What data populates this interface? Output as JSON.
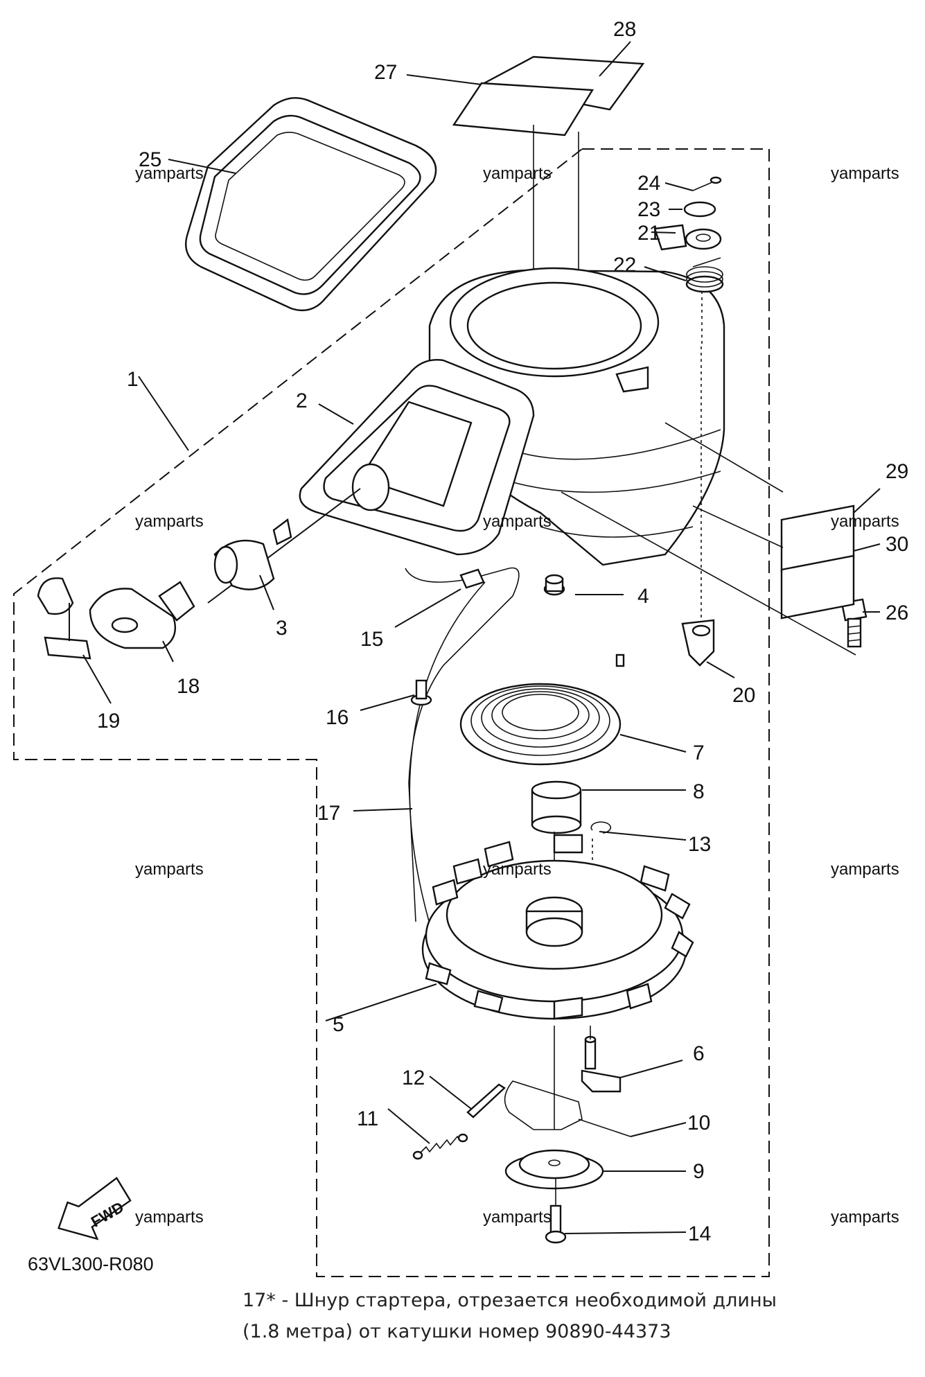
{
  "diagram": {
    "code": "63VL300-R080",
    "fwd_label": "FWD",
    "watermark": "yamparts",
    "note_line1": "17* - Шнур стартера, отрезается необходимой длины",
    "note_line2": "(1.8 метра) от катушки номер 90890-44373",
    "callouts": [
      "1",
      "2",
      "3",
      "4",
      "5",
      "6",
      "7",
      "8",
      "9",
      "10",
      "11",
      "12",
      "13",
      "14",
      "15",
      "16",
      "17",
      "18",
      "19",
      "20",
      "21",
      "22",
      "23",
      "24",
      "25",
      "26",
      "27",
      "28",
      "29",
      "30"
    ]
  }
}
